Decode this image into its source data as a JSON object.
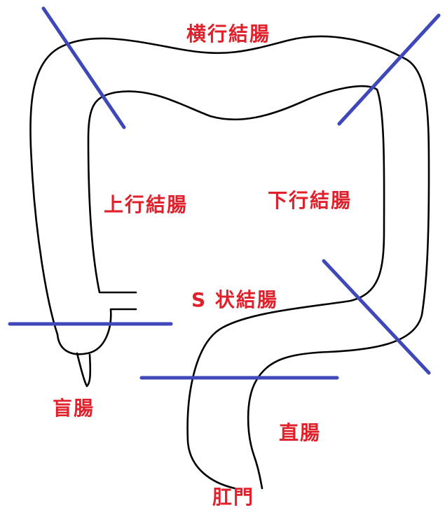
{
  "diagram": {
    "labels": {
      "transverse": "横行結腸",
      "ascending": "上行結腸",
      "descending": "下行結腸",
      "sigmoid": "S 状結腸",
      "cecum": "盲腸",
      "rectum": "直腸",
      "anus": "肛門"
    },
    "colors": {
      "label": "#e0202a",
      "divider": "#3f48b8",
      "outline": "#000000",
      "background": "#ffffff"
    }
  }
}
